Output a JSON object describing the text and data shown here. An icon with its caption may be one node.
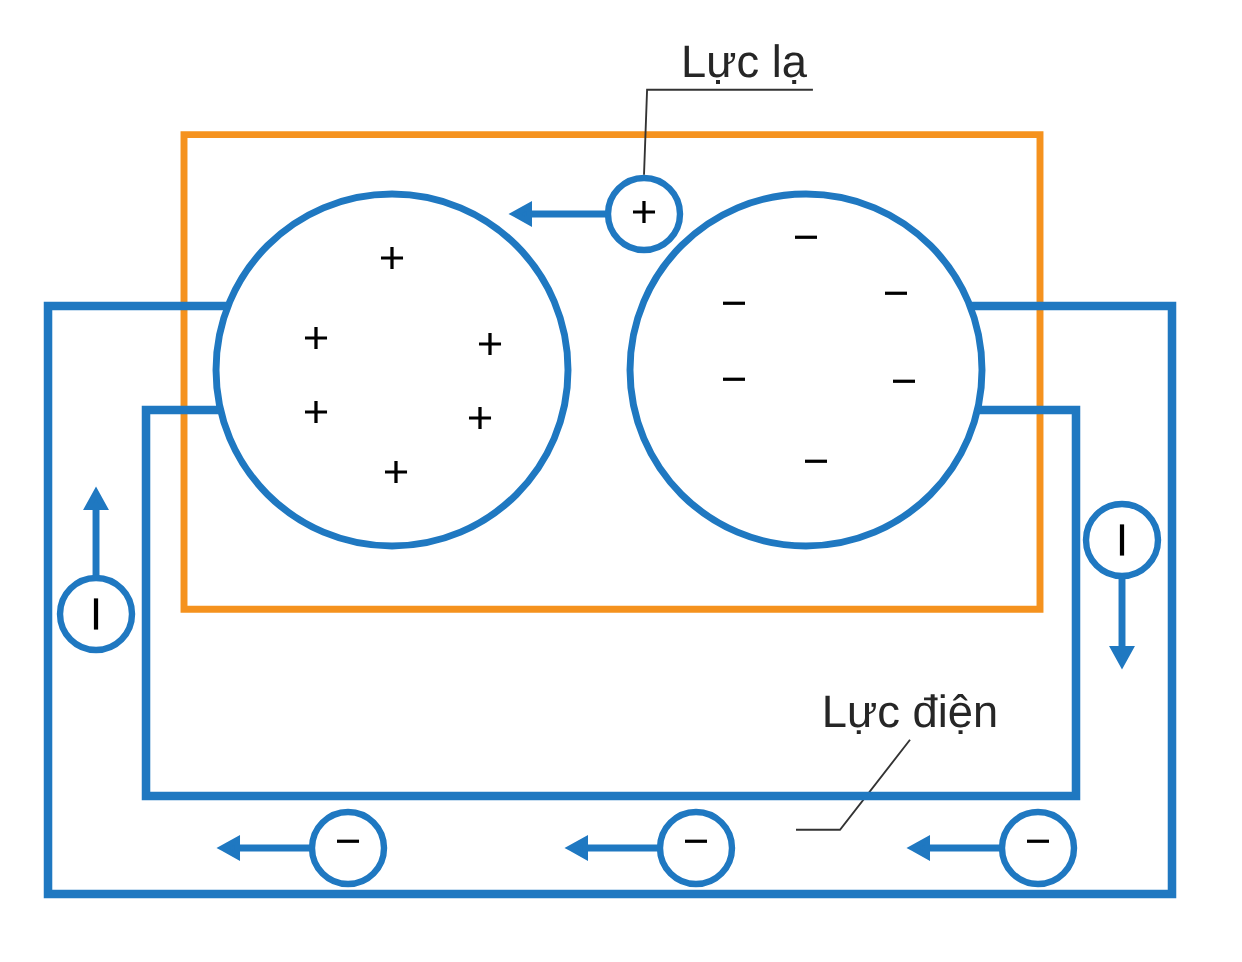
{
  "diagram": {
    "nodes": [
      {
        "text": [
          "Lực lạ"
        ]
      },
      {
        "text": [
          "+"
        ],
        "in": 3
      },
      {
        "text": [
          "Lực điện"
        ]
      },
      {
        "text": [],
        "shape": "box"
      },
      {
        "text": [
          "+",
          "+",
          "+",
          "+",
          "+",
          "+"
        ],
        "in": 3
      },
      {
        "text": [
          "−",
          "−",
          "−",
          "−",
          "−",
          "−"
        ],
        "in": 3
      },
      {
        "text": [
          "I"
        ]
      },
      {
        "text": [
          "I"
        ]
      },
      {
        "text": [
          "−"
        ]
      },
      {
        "text": [
          "−"
        ]
      },
      {
        "text": [
          "−"
        ]
      }
    ],
    "edges": [
      {
        "from": 0,
        "to": 1,
        "arrow": "none"
      },
      {
        "from": 2,
        "to": null,
        "arrow": "none"
      },
      {
        "from": 4,
        "to": 5,
        "arrow": "none",
        "style": "thick",
        "color": "#1f78c1"
      },
      {
        "from": 4,
        "to": 5,
        "arrow": "none",
        "style": "thick",
        "color": "#1f78c1"
      }
    ]
  }
}
